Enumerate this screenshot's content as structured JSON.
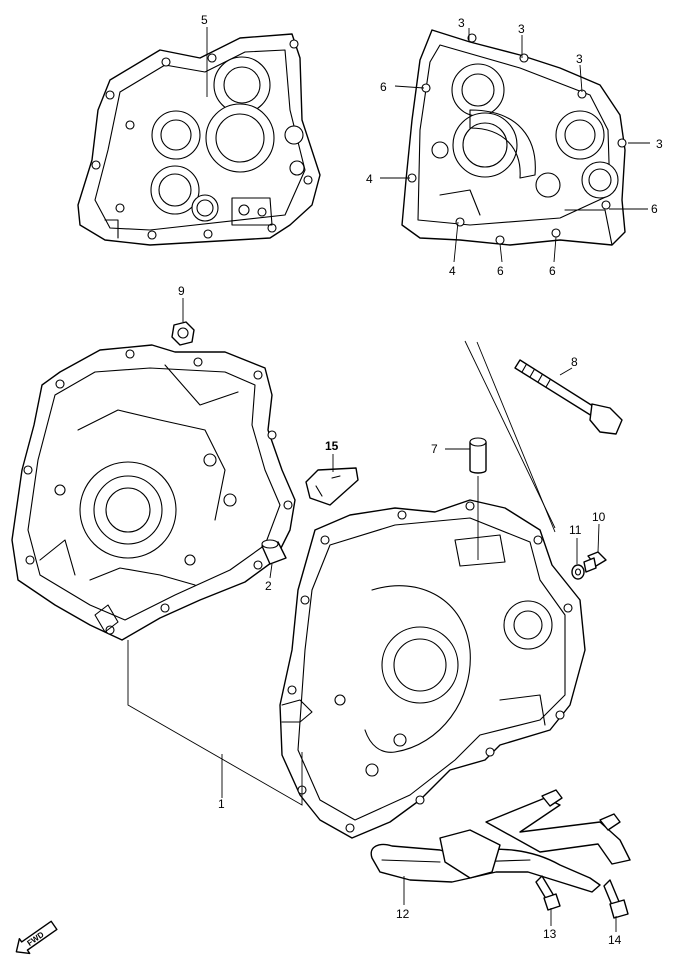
{
  "callouts": {
    "c1": "1",
    "c2": "2",
    "c3a": "3",
    "c3b": "3",
    "c3c": "3",
    "c3d": "3",
    "c4a": "4",
    "c4b": "4",
    "c5": "5",
    "c6a": "6",
    "c6b": "6",
    "c6c": "6",
    "c6d": "6",
    "c7": "7",
    "c8": "8",
    "c9": "9",
    "c10": "10",
    "c11": "11",
    "c12": "12",
    "c13": "13",
    "c14": "14",
    "c15": "15"
  },
  "direction_badge": "FWD",
  "colors": {
    "line": "#000000",
    "background": "#ffffff"
  }
}
